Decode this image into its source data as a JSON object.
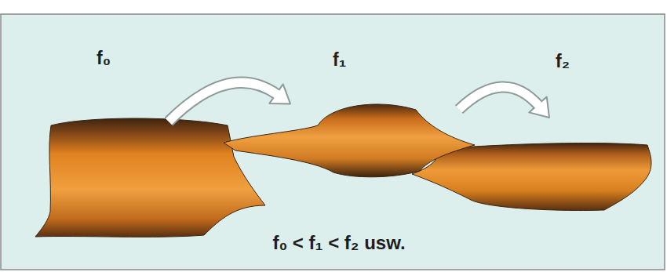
{
  "diagram": {
    "nodes": [
      {
        "text": [
          "f₀"
        ]
      },
      {
        "text": [
          "f₁"
        ]
      },
      {
        "text": [
          "f₂"
        ]
      }
    ],
    "edges": [
      {
        "from": 0,
        "to": 1,
        "arrow": "to"
      },
      {
        "from": 1,
        "to": 2,
        "arrow": "to"
      }
    ],
    "labels": [
      "f₀ < f₁ < f₂ usw."
    ]
  }
}
